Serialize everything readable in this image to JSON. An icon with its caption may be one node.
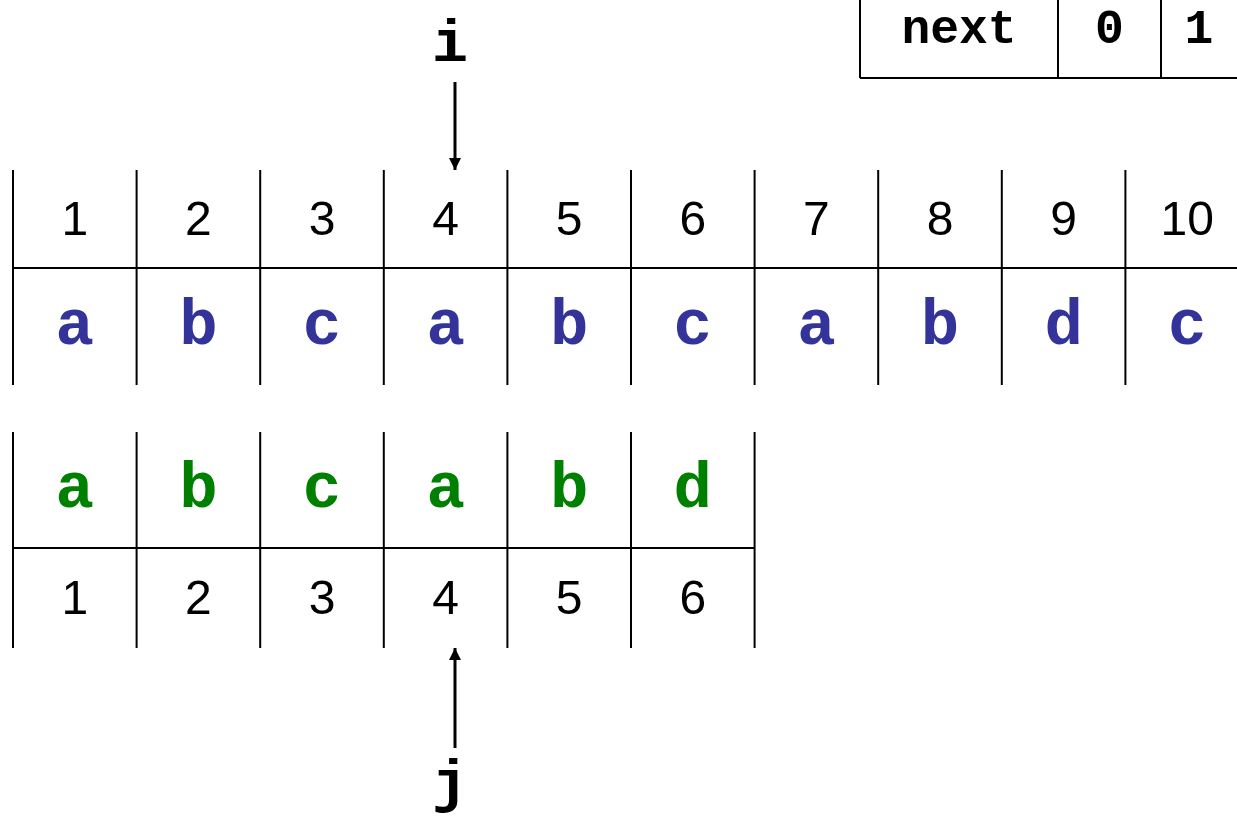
{
  "diagram": {
    "nodes": [
      {
        "text": [
          "i"
        ]
      },
      {
        "text": [
          "4"
        ]
      },
      {
        "text": [
          "4"
        ]
      },
      {
        "text": [
          "j"
        ]
      }
    ],
    "edges": [
      {
        "from": 0,
        "to": 1,
        "arrow": "to"
      },
      {
        "from": 3,
        "to": 2,
        "arrow": "to"
      }
    ],
    "labels": [
      "next",
      "0",
      "1",
      "1",
      "2",
      "3",
      "5",
      "6",
      "7",
      "8",
      "9",
      "10",
      "a",
      "b",
      "c",
      "a",
      "b",
      "c",
      "a",
      "b",
      "d",
      "c",
      "a",
      "b",
      "c",
      "a",
      "b",
      "d",
      "1",
      "2",
      "3",
      "5",
      "6"
    ]
  }
}
